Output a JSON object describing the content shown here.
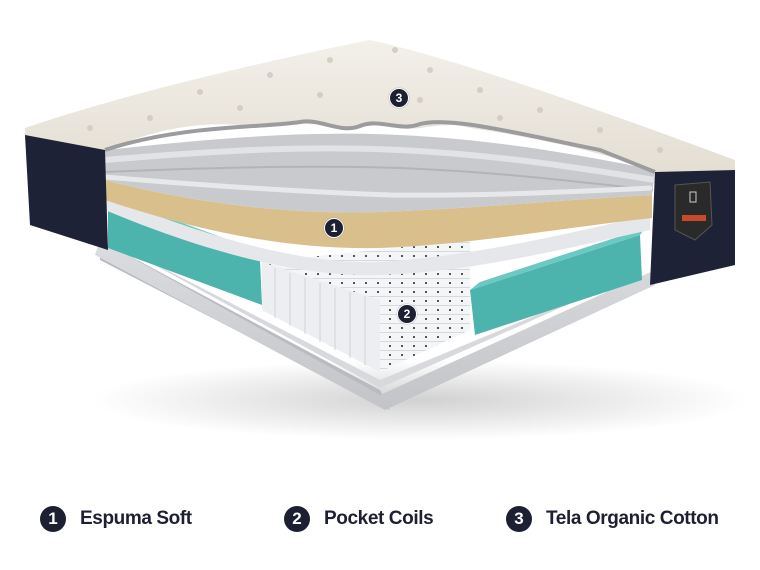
{
  "illustration": {
    "subject": "mattress cross-section",
    "markers": [
      {
        "num": "1",
        "layer": "Espuma Soft"
      },
      {
        "num": "2",
        "layer": "Pocket Coils"
      },
      {
        "num": "3",
        "layer": "Tela Organic Cotton"
      }
    ],
    "colors": {
      "navy": "#1d1f33",
      "foam_tan": "#d9bf8c",
      "foam_teal": "#4cb3ad",
      "cover_white": "#efebe4",
      "base_gray": "#cfd0d3"
    }
  },
  "legend": {
    "items": [
      {
        "num": "1",
        "label": "Espuma Soft"
      },
      {
        "num": "2",
        "label": "Pocket Coils"
      },
      {
        "num": "3",
        "label": "Tela Organic Cotton"
      }
    ]
  }
}
